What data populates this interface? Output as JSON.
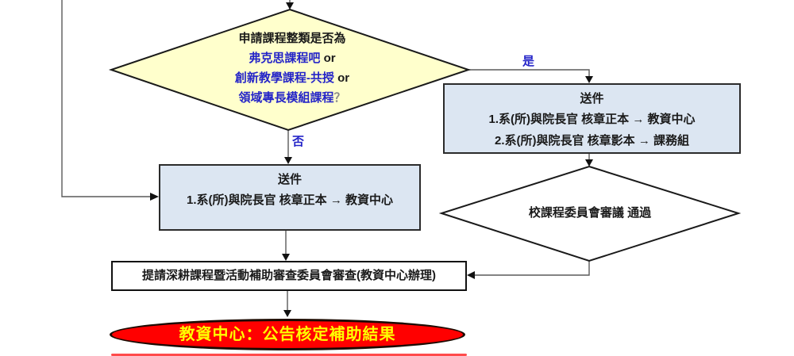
{
  "colors": {
    "decision_fill": "#FFFFCC",
    "committee_fill": "#FFFFFF",
    "process_fill": "#DCE6F2",
    "terminator_fill": "#FF0000",
    "terminator_text": "#FFFF00",
    "blue_text": "#2424C8",
    "question_mark_gray": "#8A8A8A",
    "connector_line": "#5A5A5A",
    "shape_border": "#1A1A1A"
  },
  "flow": {
    "decision_course_type": {
      "line1": "申請課程整類是否為",
      "option1": "弗克思課程吧",
      "or1": "or",
      "option2": "創新教學課程-共授",
      "or2": "or",
      "option3": "領域專長模組課程",
      "question_mark": "？"
    },
    "label_yes": "是",
    "label_no": "否",
    "submit_box_right": {
      "title": "送件",
      "item1": "1.系(所)與院長官 核章正本 → 教資中心",
      "item2": "2.系(所)與院長官 核章影本 → 課務組"
    },
    "submit_box_left": {
      "title": "送件",
      "item1": "1.系(所)與院長官 核章正本 → 教資中心"
    },
    "decision_committee": "校課程委員會審議  通過",
    "review_box": "提請深耕課程暨活動補助審查委員會審查(教資中心辦理)",
    "terminator_result": "教資中心：公告核定補助結果"
  }
}
